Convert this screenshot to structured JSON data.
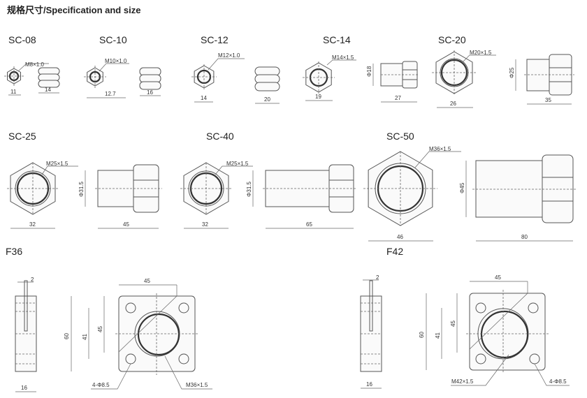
{
  "title": "规格尺寸/Specification and size",
  "parts": [
    {
      "name": "SC-08",
      "thread": "M8×1.0",
      "dims": [
        "11",
        "14"
      ]
    },
    {
      "name": "SC-10",
      "thread": "M10×1.0",
      "dims": [
        "12.7",
        "16"
      ]
    },
    {
      "name": "SC-12",
      "thread": "M12×1.0",
      "dims": [
        "14",
        "20"
      ]
    },
    {
      "name": "SC-14",
      "thread": "M14×1.5",
      "dims": [
        "19",
        "27",
        "Φ18"
      ]
    },
    {
      "name": "SC-20",
      "thread": "M20×1.5",
      "dims": [
        "26",
        "35",
        "Φ25"
      ]
    },
    {
      "name": "SC-25",
      "thread": "M25×1.5",
      "dims": [
        "32",
        "45",
        "Φ31.5"
      ]
    },
    {
      "name": "SC-40",
      "thread": "M25×1.5",
      "dims": [
        "32",
        "65",
        "Φ31.5"
      ]
    },
    {
      "name": "SC-50",
      "thread": "M36×1.5",
      "dims": [
        "46",
        "80",
        "Φ45"
      ]
    }
  ],
  "flanges": [
    {
      "name": "F36",
      "thread": "M36×1.5",
      "holes": "4-Φ8.5",
      "dims": {
        "slot": "2",
        "thickness": "16",
        "width": "45",
        "height": "60",
        "pitch_a": "41",
        "pitch_b": "45"
      }
    },
    {
      "name": "F42",
      "thread": "M42×1.5",
      "holes": "4-Φ8.5",
      "dims": {
        "slot": "2",
        "thickness": "16",
        "width": "45",
        "height": "60",
        "pitch_a": "41",
        "pitch_b": "45"
      }
    }
  ]
}
